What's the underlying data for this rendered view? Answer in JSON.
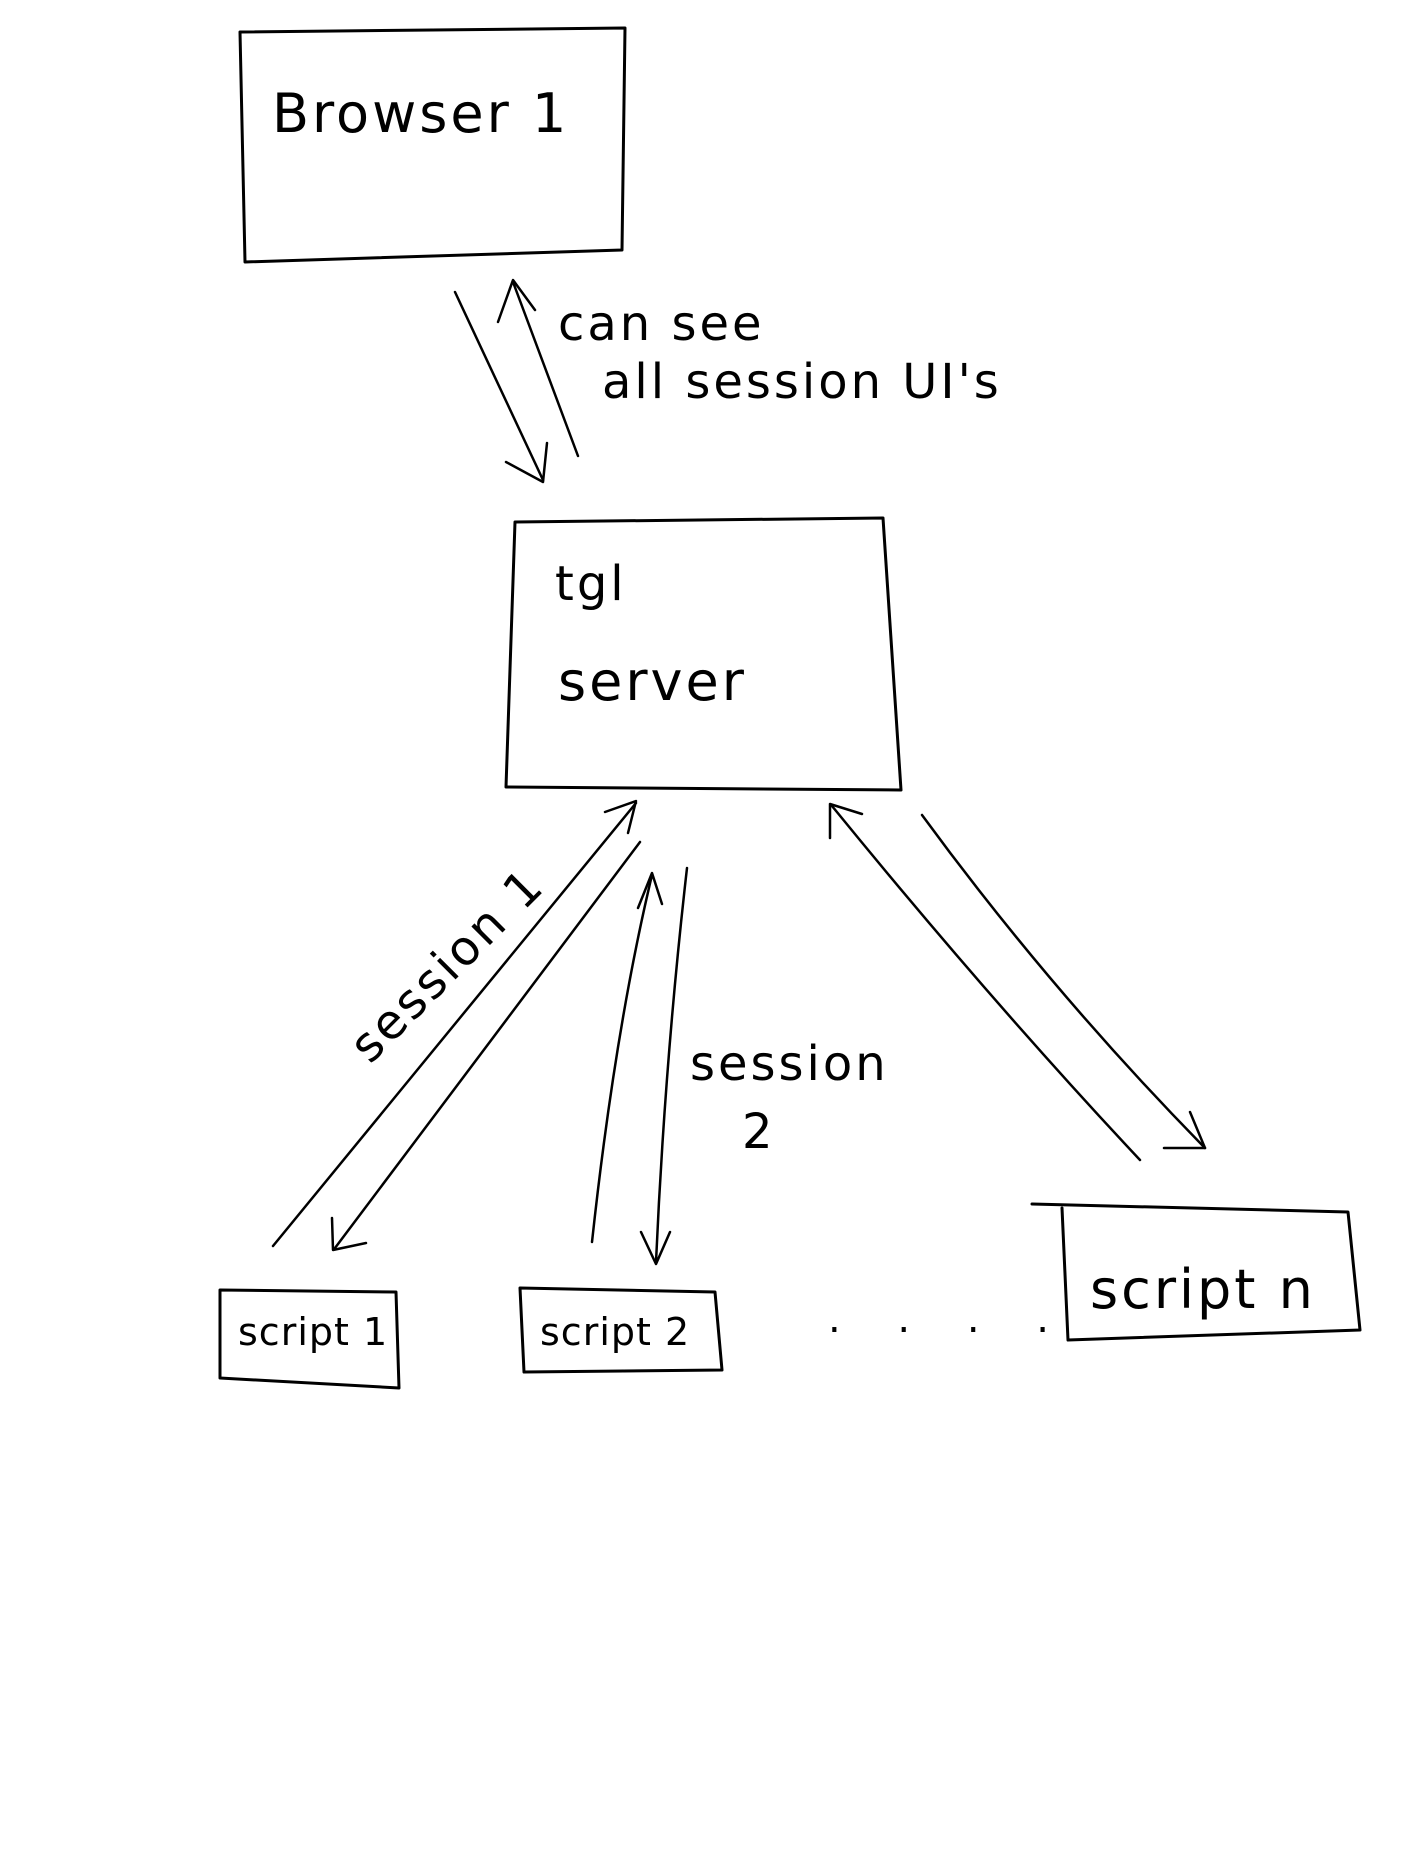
{
  "nodes": {
    "browser": {
      "label": "Browser 1"
    },
    "server": {
      "label_line1": "tgl",
      "label_line2": "server"
    },
    "script1": {
      "label": "script 1"
    },
    "script2": {
      "label": "script 2"
    },
    "scriptn": {
      "label": "script n"
    }
  },
  "edges": {
    "browser_server": {
      "label_line1": "can see",
      "label_line2": "all session UI's"
    },
    "server_script1": {
      "label": "session 1"
    },
    "server_script2": {
      "label_line1": "session",
      "label_line2": "2"
    },
    "server_scriptn": {
      "label": ""
    }
  },
  "ellipsis": ". . . ."
}
